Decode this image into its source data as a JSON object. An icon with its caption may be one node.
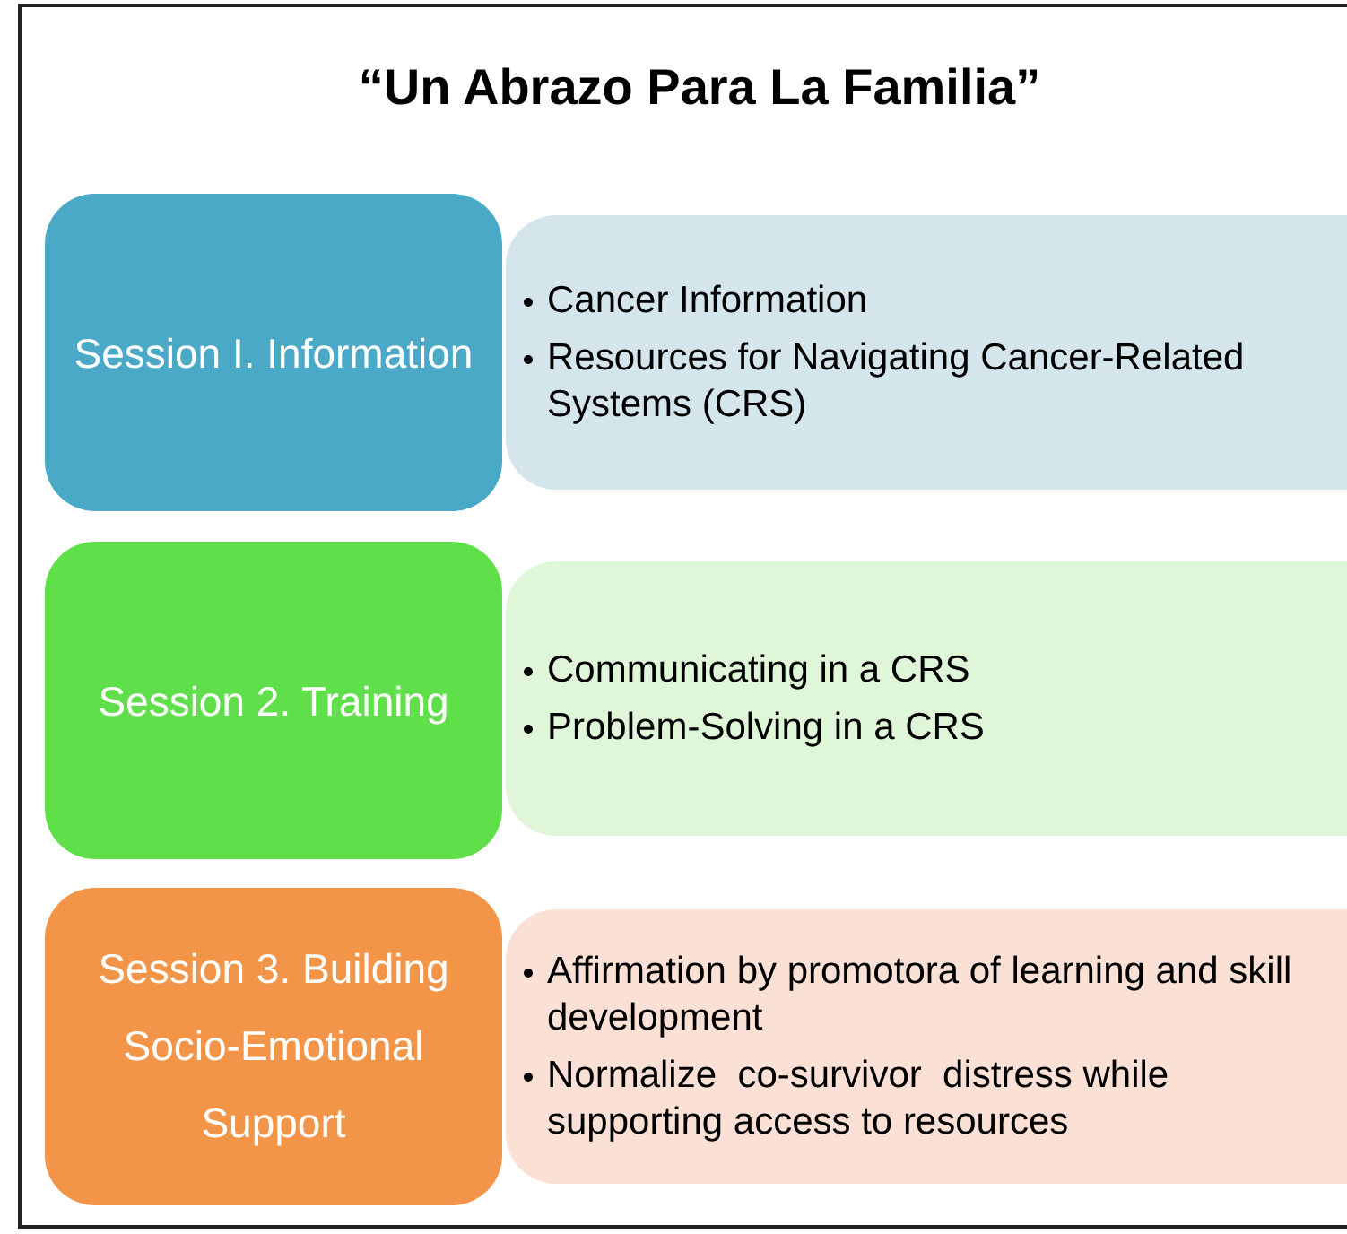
{
  "diagram": {
    "title": "“Un Abrazo Para La Familia”",
    "nodes": [
      {
        "text": [
          "Session I. Information"
        ]
      },
      {
        "text": [
          "Cancer Information",
          "Resources for Navigating Cancer-Related Systems (CRS)"
        ]
      },
      {
        "text": [
          "Session 2. Training"
        ]
      },
      {
        "text": [
          "Communicating in a CRS",
          "Problem-Solving in a CRS"
        ]
      },
      {
        "text": [
          "Session 3. Building Socio-Emotional Support"
        ]
      },
      {
        "text": [
          "Affirmation by promotora of learning and skill development",
          "Normalize  co-survivor  distress while supporting access to resources"
        ]
      }
    ]
  }
}
